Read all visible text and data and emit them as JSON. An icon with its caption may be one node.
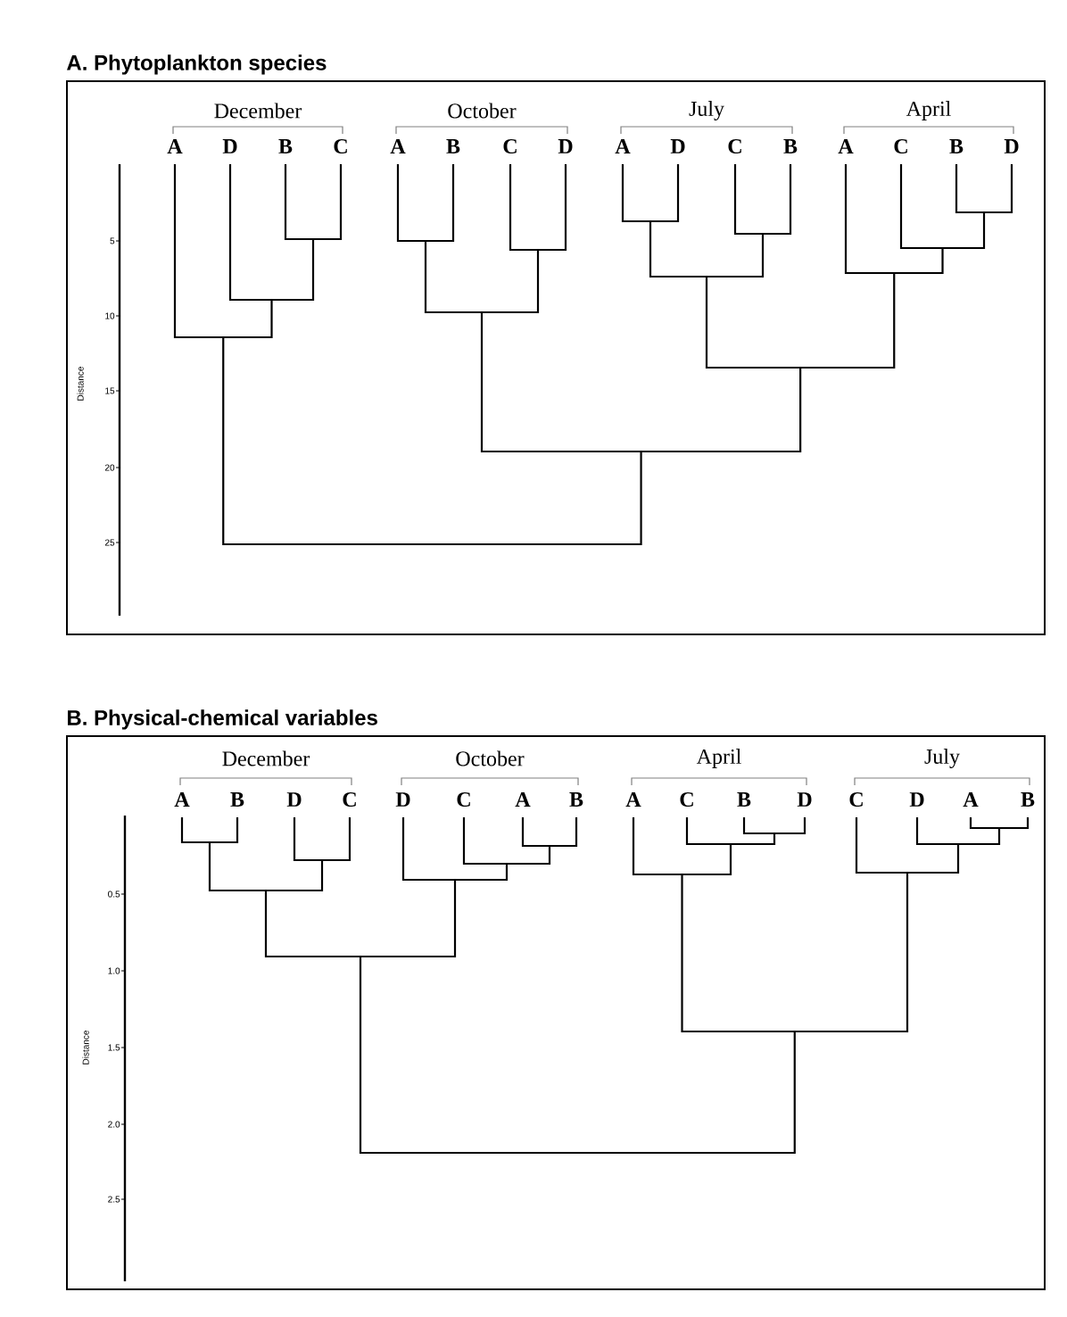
{
  "diagram": {
    "nodes": [
      {
        "text": [
          "A. Phytoplankton species"
        ]
      },
      {
        "text": [
          "B. Physical-chemical variables"
        ]
      }
    ],
    "labels": [
      "December",
      "October",
      "July",
      "April",
      "A",
      "D",
      "B",
      "C",
      "A",
      "B",
      "C",
      "D",
      "A",
      "D",
      "C",
      "B",
      "A",
      "C",
      "B",
      "D",
      "Distance",
      "5",
      "10",
      "15",
      "20",
      "25",
      "December",
      "October",
      "April",
      "July",
      "A",
      "B",
      "D",
      "C",
      "D",
      "C",
      "A",
      "B",
      "A",
      "C",
      "B",
      "D",
      "C",
      "D",
      "A",
      "B",
      "Distance",
      "0.5",
      "1.0",
      "1.5",
      "2.0",
      "2.5"
    ]
  }
}
